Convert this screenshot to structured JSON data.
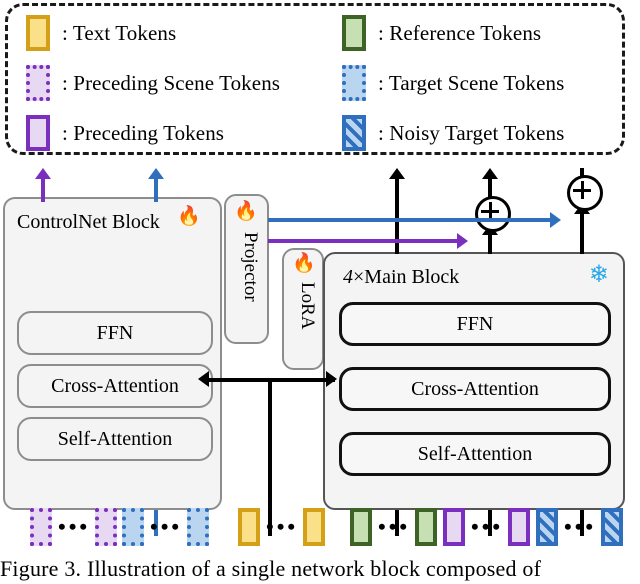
{
  "legend": {
    "items": [
      {
        "swatch": "text-token-swatch",
        "label": ": Text Tokens"
      },
      {
        "swatch": "reference-token-swatch",
        "label": ": Reference Tokens"
      },
      {
        "swatch": "preceding-scene-token-swatch",
        "label": ": Preceding Scene Tokens"
      },
      {
        "swatch": "target-scene-token-swatch",
        "label": ": Target Scene Tokens"
      },
      {
        "swatch": "preceding-token-swatch",
        "label": ": Preceding Tokens"
      },
      {
        "swatch": "noisy-target-token-swatch",
        "label": ": Noisy Target Tokens"
      }
    ]
  },
  "diagram": {
    "controlnet": {
      "title": "ControlNet Block",
      "layers": [
        "FFN",
        "Cross-Attention",
        "Self-Attention"
      ],
      "trainable_icon": "fire-icon"
    },
    "projector": {
      "label": "Projector",
      "trainable_icon": "fire-icon"
    },
    "lora": {
      "label": "LoRA",
      "trainable_icon": "fire-icon"
    },
    "main": {
      "title": "4×Main Block",
      "title_prefix": "4",
      "title_rest": "×Main Block",
      "layers": [
        "FFN",
        "Cross-Attention",
        "Self-Attention"
      ],
      "frozen_icon": "snowflake-icon"
    },
    "operators": [
      "⊕",
      "⊕"
    ]
  },
  "tokens": {
    "ellipsis": "•••",
    "groups": [
      {
        "name": "preceding-scene-tokens",
        "type": "t-ps"
      },
      {
        "name": "target-scene-tokens",
        "type": "t-ts"
      },
      {
        "name": "text-tokens",
        "type": "t-text"
      },
      {
        "name": "reference-tokens",
        "type": "t-ref"
      },
      {
        "name": "preceding-tokens",
        "type": "t-prec"
      },
      {
        "name": "noisy-target-tokens",
        "type": "t-noisy"
      }
    ]
  },
  "caption": {
    "text": "Figure 3.   Illustration of a single network block composed of"
  },
  "colors": {
    "text_token": "#fbe08a",
    "text_token_border": "#d4a017",
    "reference_token": "#c6e0b4",
    "reference_token_border": "#3d6326",
    "scene_purple": "#e8d9f2",
    "purple_border": "#7b2fbe",
    "scene_blue": "#b9d5ef",
    "blue_border": "#2f6fbe",
    "frozen": "#29a7e8"
  }
}
